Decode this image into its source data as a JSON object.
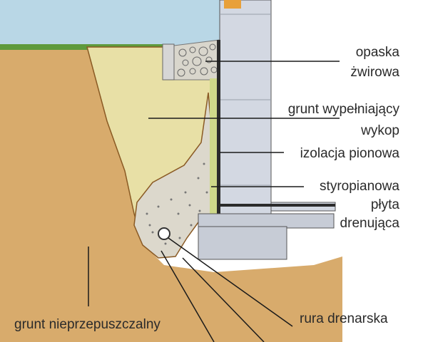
{
  "labels": {
    "gravel_band_line1": "opaska",
    "gravel_band_line2": "żwirowa",
    "backfill_line1": "grunt wypełniający",
    "backfill_line2": "wykop",
    "vertical_insulation": "izolacja pionowa",
    "drainage_board_line1": "styropianowa",
    "drainage_board_line2": "płyta",
    "drainage_board_line3": "drenująca",
    "drain_pipe": "rura drenarska",
    "impermeable_soil": "grunt nieprzepuszczalny"
  },
  "colors": {
    "sky": "#b9d7e6",
    "grass": "#5e9a3c",
    "native_soil": "#d8ab6c",
    "backfill": "#e8e0a6",
    "gravel_bed": "#d9d6cc",
    "wall": "#d3d8e2",
    "footing": "#c7ccd6",
    "insulation": "#2b2b2b",
    "drainage_board": "#cfd98a",
    "outline": "#8a5a24",
    "leader_line": "#1a1a1a",
    "label_text": "#2a2a2a"
  }
}
